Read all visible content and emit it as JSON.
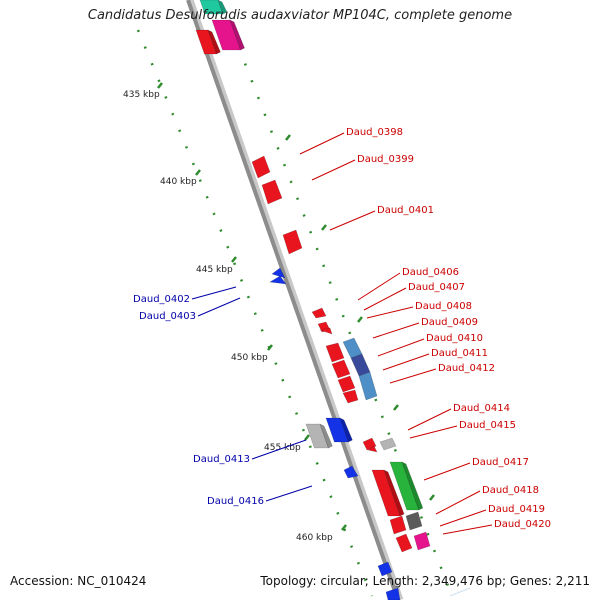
{
  "title": "Candidatus Desulforudis audaxviator MP104C, complete genome",
  "footer": {
    "accession": "Accession: NC_010424",
    "topology": "Topology: circular; Length: 2,349,476 bp; Genes: 2,211"
  },
  "colors": {
    "forward_strand_label": "#cc0000",
    "reverse_strand_label": "#0000aa",
    "tick": "#2e8b2e",
    "backbone": "#8c8c8c",
    "red_gene": "#e8141e",
    "blue_gene": "#1432e6",
    "grey_gene": "#b4b4b4",
    "green_gene": "#28b43c",
    "magenta_gene": "#e6148c",
    "steel_gene": "#4f8fc8",
    "navy_gene": "#3a4a9a",
    "dark_gene": "#5a5a5a",
    "teal_gene": "#20c8a0"
  },
  "scale_labels": [
    "435 kbp",
    "440 kbp",
    "445 kbp",
    "450 kbp",
    "455 kbp",
    "460 kbp"
  ],
  "gene_labels": [
    {
      "text": "Daud_0398",
      "strand": "forward"
    },
    {
      "text": "Daud_0399",
      "strand": "forward"
    },
    {
      "text": "Daud_0401",
      "strand": "forward"
    },
    {
      "text": "Daud_0402",
      "strand": "reverse"
    },
    {
      "text": "Daud_0403",
      "strand": "reverse"
    },
    {
      "text": "Daud_0406",
      "strand": "forward"
    },
    {
      "text": "Daud_0407",
      "strand": "forward"
    },
    {
      "text": "Daud_0408",
      "strand": "forward"
    },
    {
      "text": "Daud_0409",
      "strand": "forward"
    },
    {
      "text": "Daud_0410",
      "strand": "forward"
    },
    {
      "text": "Daud_0411",
      "strand": "forward"
    },
    {
      "text": "Daud_0412",
      "strand": "forward"
    },
    {
      "text": "Daud_0413",
      "strand": "reverse"
    },
    {
      "text": "Daud_0414",
      "strand": "forward"
    },
    {
      "text": "Daud_0415",
      "strand": "forward"
    },
    {
      "text": "Daud_0416",
      "strand": "reverse"
    },
    {
      "text": "Daud_0417",
      "strand": "forward"
    },
    {
      "text": "Daud_0418",
      "strand": "forward"
    },
    {
      "text": "Daud_0419",
      "strand": "forward"
    },
    {
      "text": "Daud_0420",
      "strand": "forward"
    }
  ]
}
